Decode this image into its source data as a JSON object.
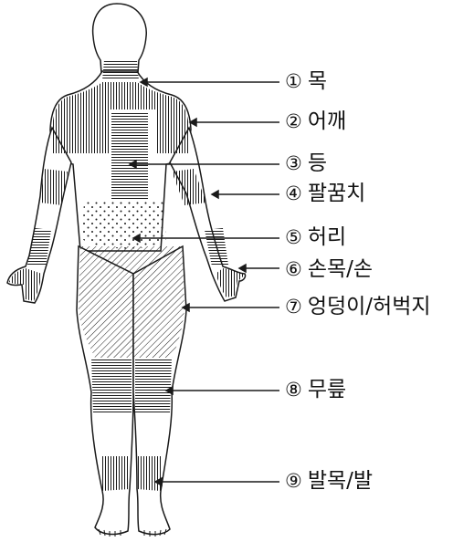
{
  "colors": {
    "ink": "#1a1a1a",
    "paper": "#ffffff"
  },
  "labels": [
    {
      "num": "①",
      "text": "목"
    },
    {
      "num": "②",
      "text": "어깨"
    },
    {
      "num": "③",
      "text": "등"
    },
    {
      "num": "④",
      "text": "팔꿈치"
    },
    {
      "num": "⑤",
      "text": "허리"
    },
    {
      "num": "⑥",
      "text": "손목/손"
    },
    {
      "num": "⑦",
      "text": "엉덩이/허벅지"
    },
    {
      "num": "⑧",
      "text": "무릎"
    },
    {
      "num": "⑨",
      "text": "발목/발"
    }
  ]
}
